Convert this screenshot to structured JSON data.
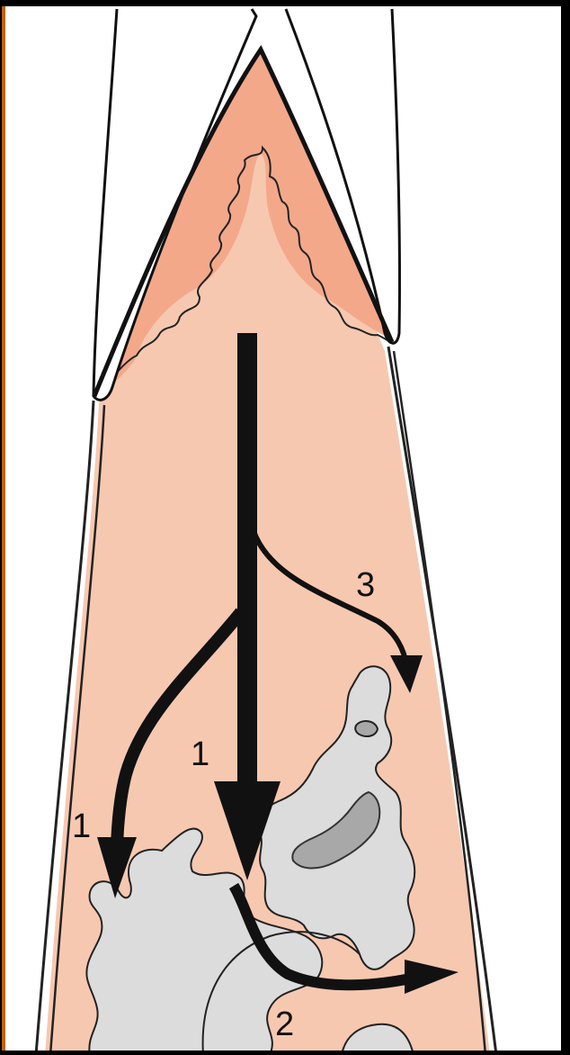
{
  "diagram": {
    "labels": {
      "left_path": "1",
      "center_path": "1",
      "bottom_path": "2",
      "right_path": "3"
    },
    "colors": {
      "frame": "#000000",
      "accent_edge": "#c0620f",
      "background": "#ffffff",
      "pulp_tissue": "#f7c8b0",
      "dentin": "#f3a88a",
      "bone": "#dcdcdc",
      "bone_shadow": "#a8a8a8",
      "outline": "#111111"
    },
    "icons": {
      "arrow": "arrow-icon"
    }
  }
}
